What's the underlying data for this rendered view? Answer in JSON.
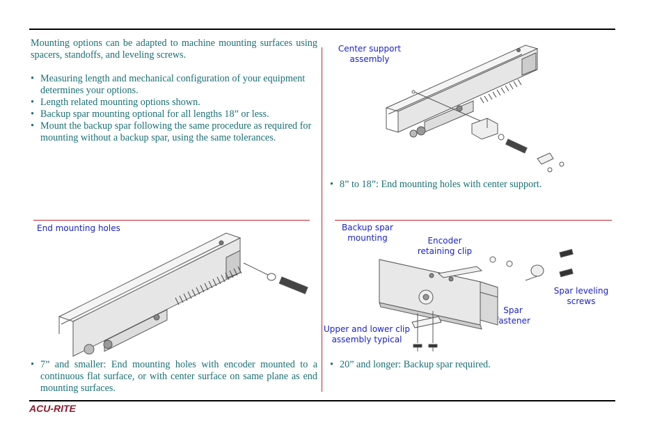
{
  "intro": "Mounting options can be adapted to machine mounting surfaces using spacers, standoffs, and leveling screws.",
  "bullets_main": [
    "Measuring length and mechanical configuration of your equipment determines your options.",
    "Length related mounting options shown.",
    "Backup spar mounting optional for all lengths 18” or less.",
    "Mount the backup spar following the same procedure as required for mounting without a backup spar, using the same tolerances."
  ],
  "figures": {
    "center_support": {
      "label_line1": "Center support",
      "label_line2": "assembly",
      "caption": "8” to 18”: End mounting holes with center support."
    },
    "end_mount": {
      "label": "End mounting holes",
      "caption": "7” and smaller: End mounting holes with encoder mounted to a continuous flat surface, or with center surface on same plane as end mounting surfaces."
    },
    "backup_spar": {
      "title_line1": "Backup spar",
      "title_line2": "mounting",
      "clip_line1": "Encoder",
      "clip_line2": "retaining clip",
      "leveling_line1": "Spar leveling",
      "leveling_line2": "screws",
      "fastener_line1": "Spar",
      "fastener_line2": "fastener",
      "upper_line1": "Upper and lower clip",
      "upper_line2": "assembly typical",
      "caption": "20” and longer: Backup spar required."
    }
  },
  "footer": {
    "brand": "ACU-RITE"
  },
  "colors": {
    "text": "#1a6f73",
    "callout": "#1a22c8",
    "divider": "#c0282c",
    "brand": "#8b1a2e"
  }
}
